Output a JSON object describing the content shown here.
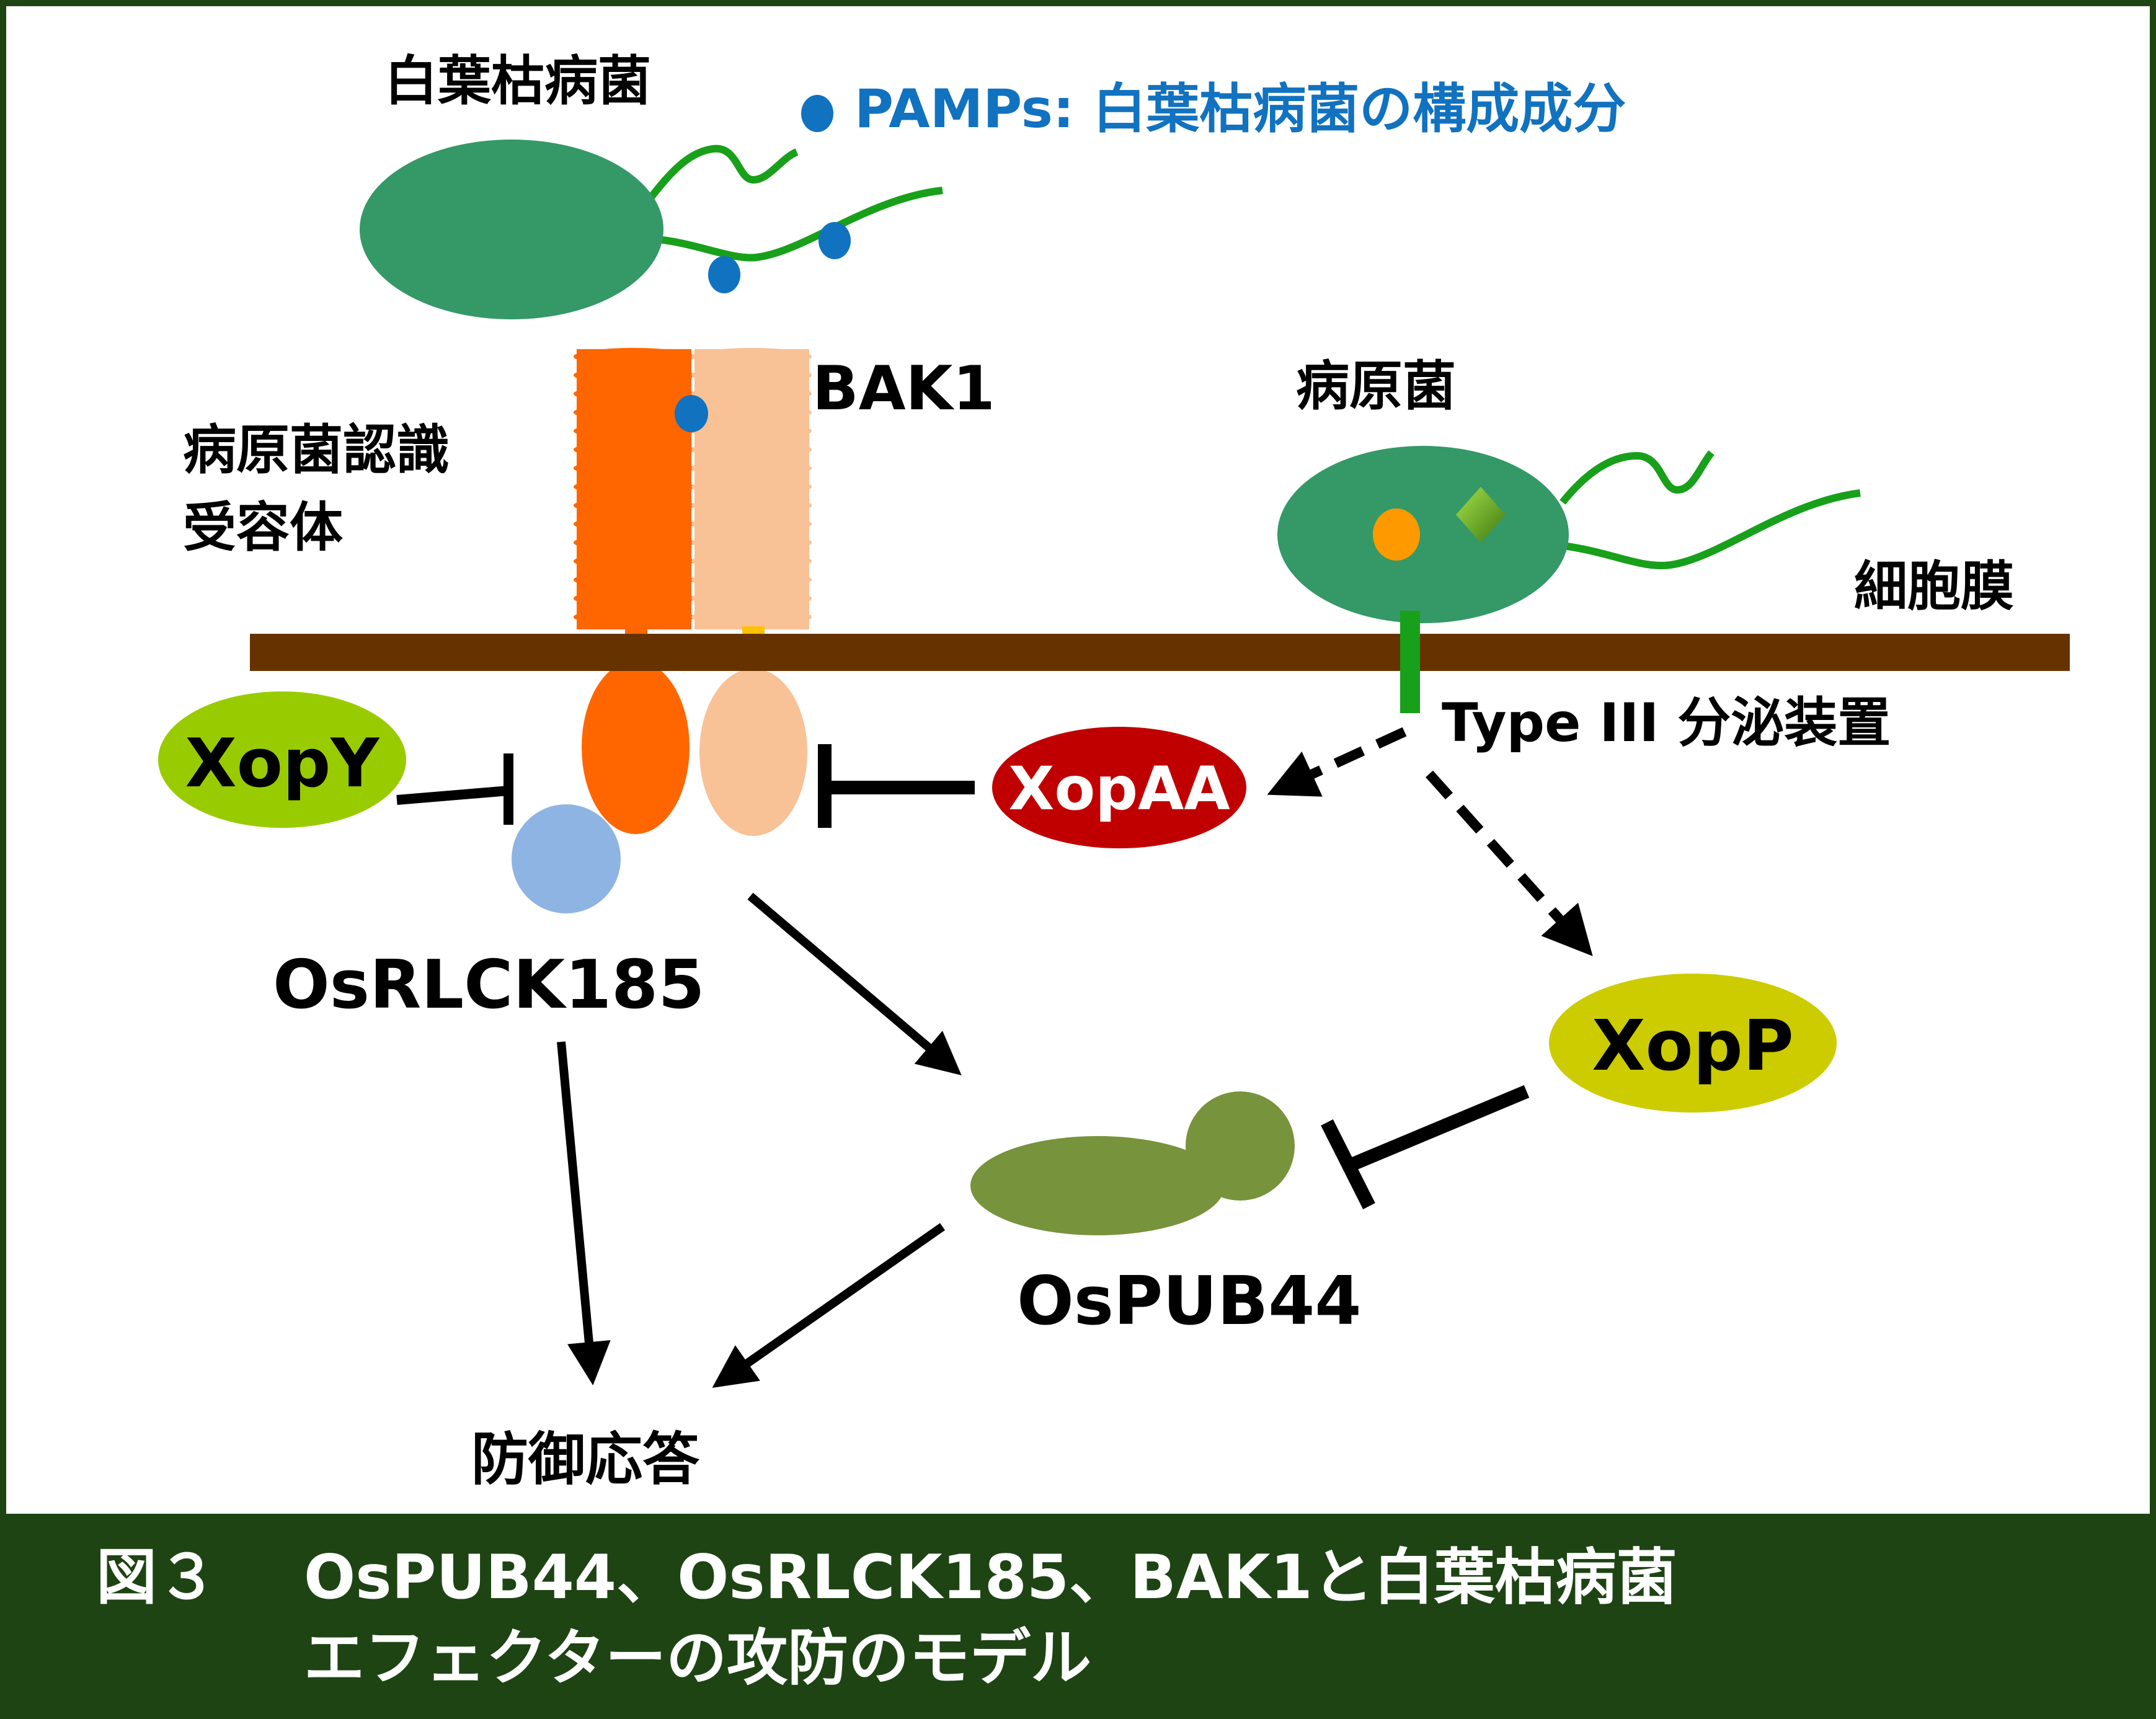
{
  "labels": {
    "bacterium_top": "白葉枯病菌",
    "pamps": "PAMPs: 白葉枯病菌の構成成分",
    "bak1": "BAK1",
    "receptor_line1": "病原菌認識",
    "receptor_line2": "受容体",
    "pathogen": "病原菌",
    "membrane": "細胞膜",
    "secretion": "Type III 分泌装置",
    "xopy": "XopY",
    "xopaa": "XopAA",
    "osrlck": "OsRLCK185",
    "xopp": "XopP",
    "ospub44": "OsPUB44",
    "defense": "防御応答"
  },
  "caption": {
    "fig": "図３",
    "line1": "OsPUB44、OsRLCK185、BAK1と白葉枯病菌",
    "line2": "エフェクターの攻防のモデル"
  },
  "colors": {
    "bacterium": "#349966",
    "flagellum": "#18a01a",
    "pamps": "#1172c0",
    "receptor": "#ff6600",
    "bak1": "#f8c196",
    "membrane": "#663300",
    "xopy": "#99cc00",
    "xopaa": "#c00000",
    "xopp": "#cccc00",
    "osrlck": "#8eb4e3",
    "ospub44": "#77933c",
    "caption_bg": "#1e4414",
    "frame": "#1e4414"
  }
}
